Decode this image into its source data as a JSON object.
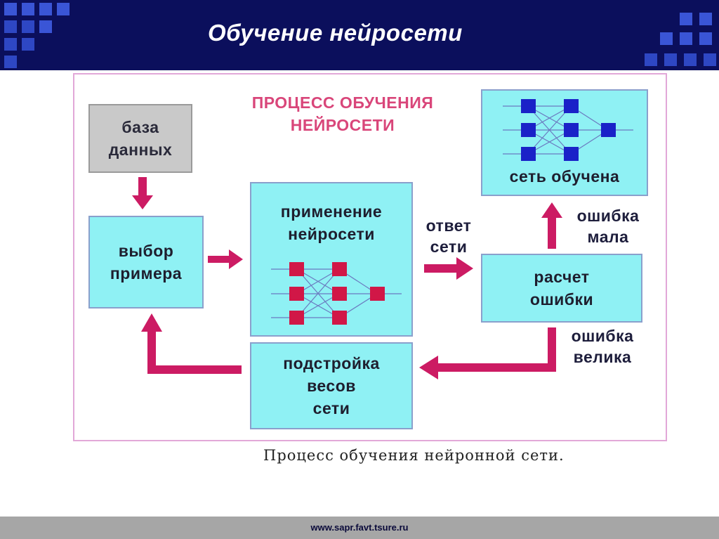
{
  "header": {
    "title": "Обучение нейросети"
  },
  "diagram": {
    "process_title": [
      "ПРОЦЕСС ОБУЧЕНИЯ",
      "НЕЙРОСЕТИ"
    ],
    "database": [
      "база",
      "данных"
    ],
    "select_sample": [
      "выбор",
      "примера"
    ],
    "apply_network": [
      "применение",
      "нейросети"
    ],
    "network_answer": [
      "ответ",
      "сети"
    ],
    "error_calc": [
      "расчет",
      "ошибки"
    ],
    "error_small": [
      "ошибка",
      "мала"
    ],
    "error_large": [
      "ошибка",
      "велика"
    ],
    "network_trained": "сеть обучена",
    "adjust_weights": [
      "подстройка",
      "весов",
      "сети"
    ]
  },
  "colors": {
    "arrow": "#cc1b63",
    "box": "#8ff1f4",
    "node_red": "#d11747",
    "node_blue": "#1a22c8",
    "header": "#0b0f5c"
  },
  "caption": "Процесс обучения нейронной сети.",
  "footer": {
    "url": "www.sapr.favt.tsure.ru"
  }
}
